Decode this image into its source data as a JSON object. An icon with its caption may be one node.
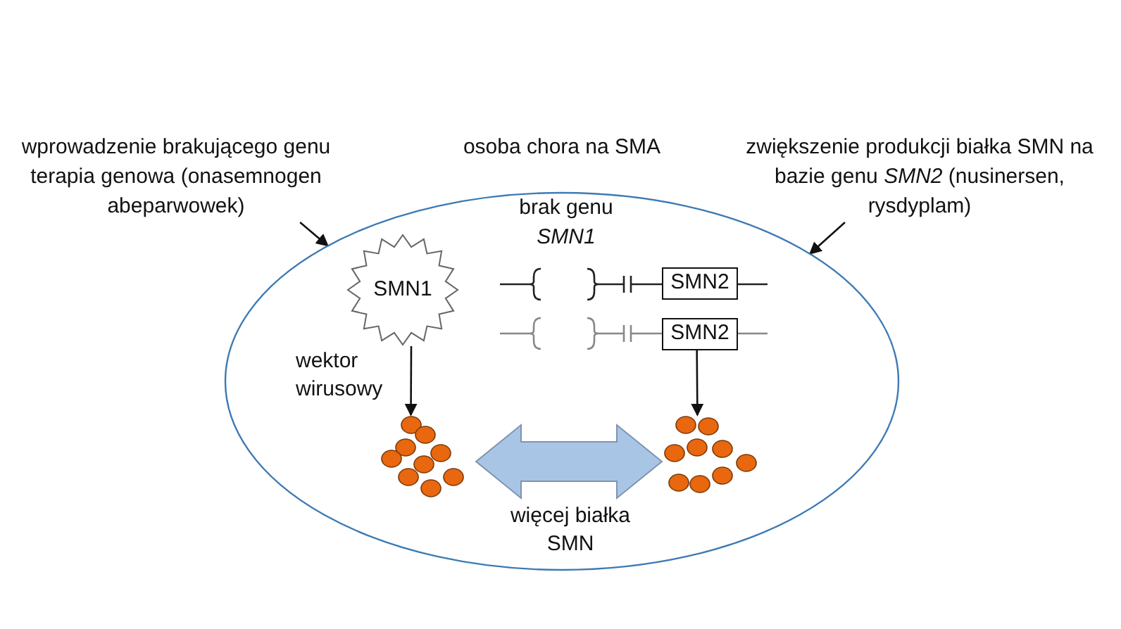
{
  "diagram": {
    "nodes": [
      {
        "text": [
          "osoba chora na SMA"
        ]
      },
      {
        "text": [
          "wprowadzenie brakującego genu terapia genowa (onasemnogen abeparwowek)"
        ]
      },
      {
        "text": [
          "zwiększenie produkcji białka SMN na bazie genu *SMN2* (nusinersen, rysdyplam)"
        ]
      },
      {
        "text": [
          "SMN1"
        ],
        "in": 0
      },
      {
        "text": [
          "SMN2"
        ],
        "in": 0
      },
      {
        "text": [
          "SMN2"
        ],
        "in": 0
      },
      {
        "text": [],
        "shape": "circle",
        "in": 0
      },
      {
        "text": [],
        "shape": "circle",
        "in": 0
      }
    ],
    "edges": [
      {
        "from": 1,
        "to": 0,
        "arrow": "to"
      },
      {
        "from": 2,
        "to": 0,
        "arrow": "to"
      },
      {
        "from": 3,
        "to": 6,
        "arrow": "to",
        "label": "wektor wirusowy"
      },
      {
        "from": 5,
        "to": 7,
        "arrow": "to"
      },
      {
        "from": 6,
        "to": 7,
        "arrow": "both",
        "style": "thick",
        "color": "#a9c5e6",
        "label": "więcej białka SMN"
      }
    ],
    "labels": [
      "brak genu *SMN1*"
    ]
  }
}
